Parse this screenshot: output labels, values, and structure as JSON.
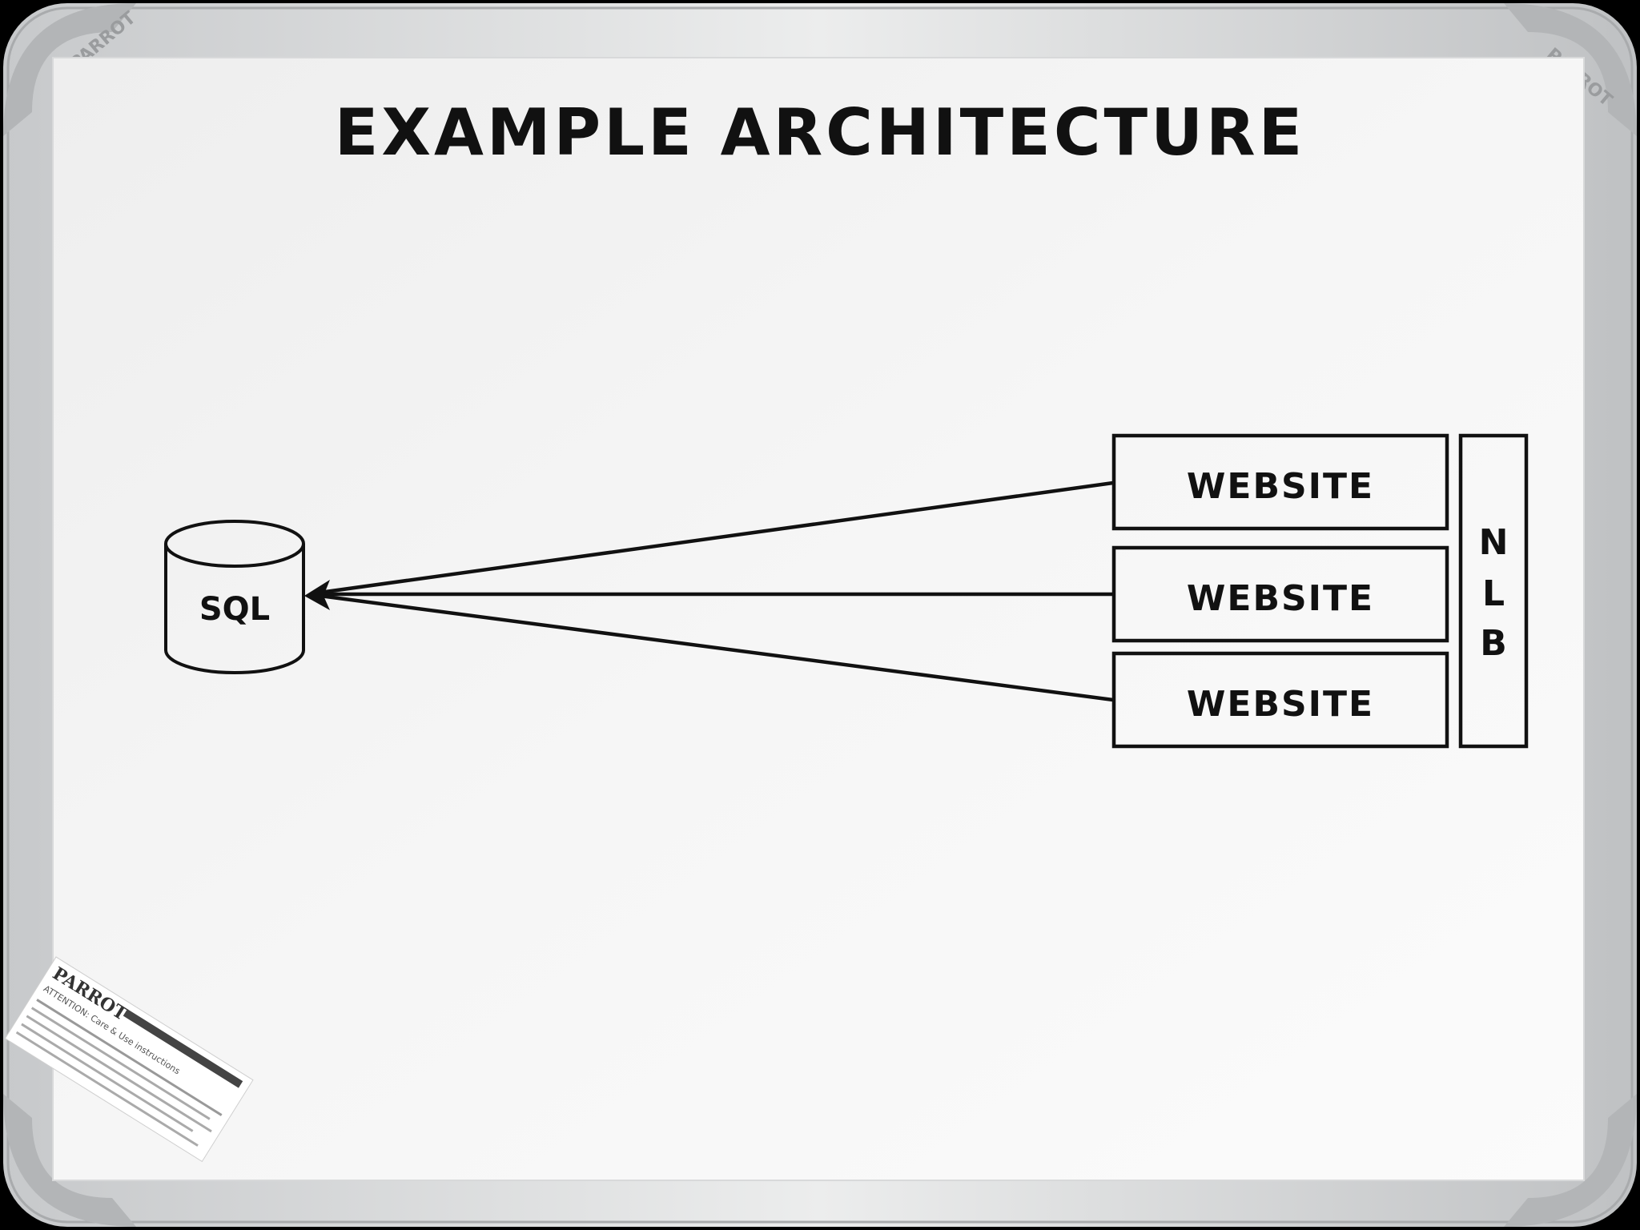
{
  "board": {
    "brand": "PARROT",
    "sticker_brand": "PARROT",
    "sticker_text": "ATTENTION: Care & Use instructions"
  },
  "diagram": {
    "title": "EXAMPLE ARCHITECTURE",
    "database": {
      "label": "SQL"
    },
    "servers": [
      {
        "label": "WEBSITE"
      },
      {
        "label": "WEBSITE"
      },
      {
        "label": "WEBSITE"
      }
    ],
    "load_balancer": {
      "letters": [
        "N",
        "L",
        "B"
      ]
    }
  },
  "colors": {
    "ink": "#111111",
    "board": "#f4f4f4",
    "frame": "#cfd1d3",
    "background": "#000000"
  }
}
